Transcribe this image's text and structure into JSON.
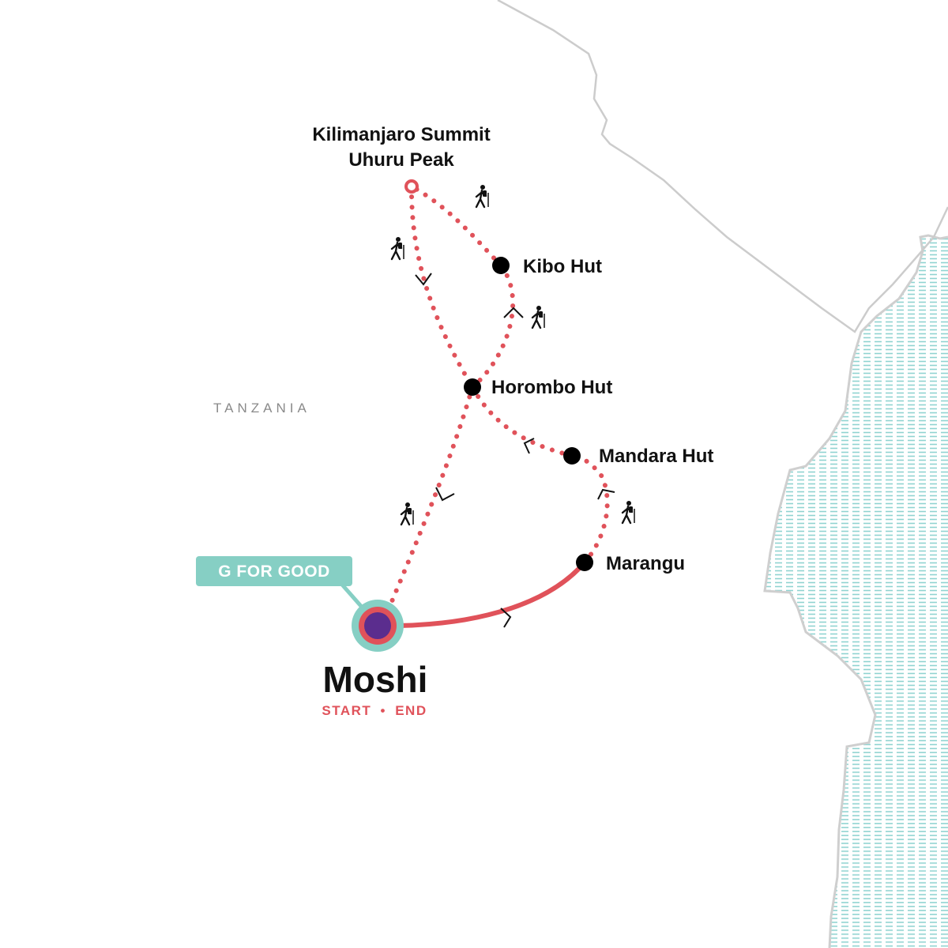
{
  "map": {
    "country": "TANZANIA",
    "badge": "G FOR GOOD",
    "start": {
      "name": "Moshi",
      "note_start": "START",
      "note_separator": "•",
      "note_end": "END"
    },
    "summit": {
      "line1": "Kilimanjaro Summit",
      "line2": "Uhuru Peak"
    },
    "stops": [
      {
        "name": "Kibo Hut"
      },
      {
        "name": "Horombo Hut"
      },
      {
        "name": "Mandara Hut"
      },
      {
        "name": "Marangu"
      }
    ],
    "icons": [
      "hiker-icon",
      "direction-arrow-icon",
      "stop-marker-icon",
      "summit-marker-icon"
    ],
    "colors": {
      "route": "#e0525a",
      "water": "#8fd3d1",
      "border": "#cccccc",
      "badge": "#86cfc4",
      "start_core": "#5b2d8e",
      "text": "#111111"
    }
  }
}
